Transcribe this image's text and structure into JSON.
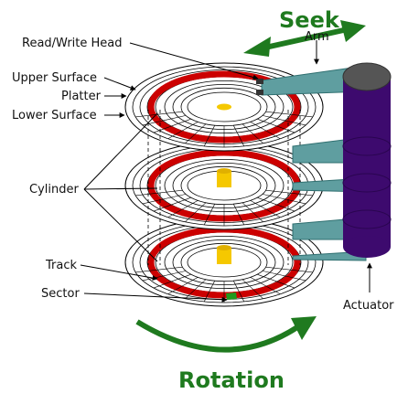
{
  "labels": {
    "seek": "Seek",
    "arm": "Arm",
    "read_write_head": "Read/Write Head",
    "upper_surface": "Upper Surface",
    "platter": "Platter",
    "lower_surface": "Lower Surface",
    "cylinder": "Cylinder",
    "track": "Track",
    "sector": "Sector",
    "actuator": "Actuator",
    "rotation": "Rotation"
  },
  "colors": {
    "track_red": "#cc0000",
    "spindle_yellow": "#f5c800",
    "arm_teal": "#5f9ea0",
    "actuator_purple": "#3d0a6e",
    "sector_green": "#1f9a1f",
    "arrow_green": "#1f7a1f"
  }
}
